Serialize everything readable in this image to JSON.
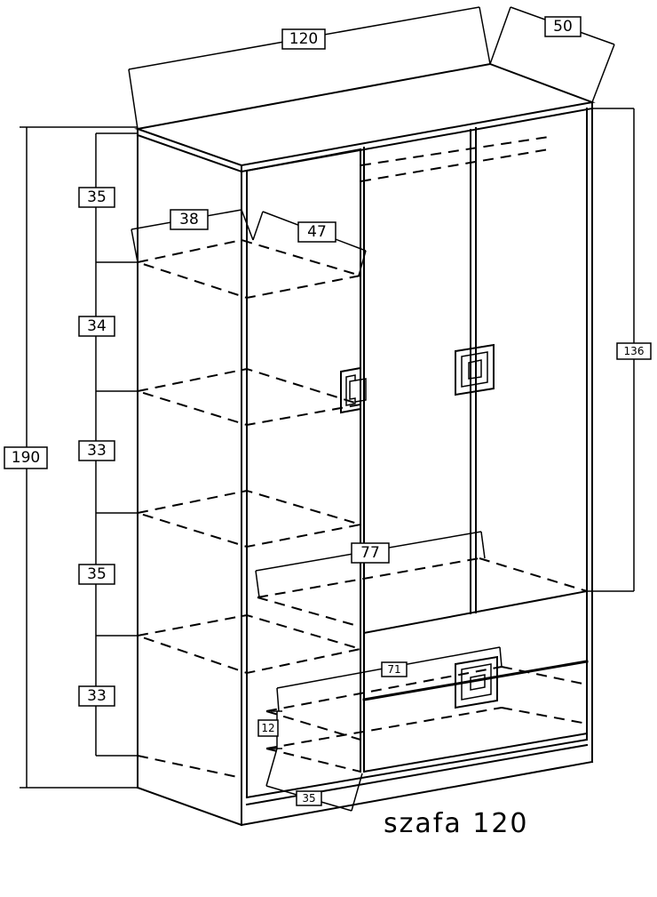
{
  "caption": "szafa 120",
  "dimensions": {
    "width": "120",
    "depth": "50",
    "height": "190",
    "door_section_height": "136",
    "shelf_width": "38",
    "shelf_depth": "47",
    "rail_width": "77",
    "drawer_width": "71",
    "drawer_height": "12",
    "drawer_depth": "35",
    "shelf_spacing": [
      "35",
      "34",
      "33",
      "35",
      "33"
    ]
  },
  "parts": [
    "left-door",
    "middle-door",
    "right-door",
    "top-drawer",
    "bottom-drawer"
  ]
}
